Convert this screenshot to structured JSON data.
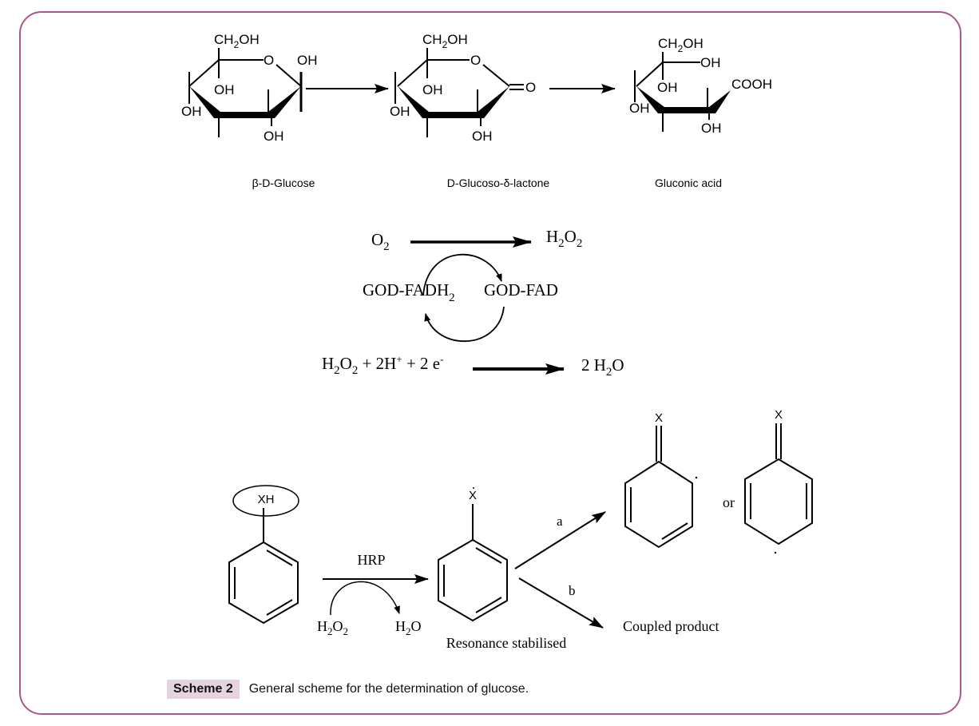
{
  "figure": {
    "caption": {
      "label": "Scheme 2",
      "text": "General scheme for the determination of glucose."
    },
    "colors": {
      "border": "#a8588a",
      "caption_label_bg": "#e5d3de",
      "ink": "#000000"
    }
  },
  "reaction1": {
    "molecules": [
      {
        "name": "β-D-Glucose",
        "ch2oh": "CH2OH",
        "ring_o": "O",
        "oh": "OH"
      },
      {
        "name": "D-Glucoso-δ-lactone",
        "ch2oh": "CH2OH",
        "ring_o": "O",
        "carbonyl": "O",
        "oh": "OH"
      },
      {
        "name": "Gluconic acid",
        "ch2oh": "CH2OH",
        "cooh": "COOH",
        "oh": "OH"
      }
    ]
  },
  "reaction2": {
    "o2": "O",
    "o2_sub": "2",
    "h2o2": [
      "H",
      "2",
      "O",
      "2"
    ],
    "god_fadh2": "GOD-FADH",
    "god_fadh2_sub": "2",
    "god_fad": "GOD-FAD"
  },
  "reaction3": {
    "left": "H",
    "left_sub1": "2",
    "left_o": "O",
    "left_sub2": "2",
    "plus_h": " + 2H",
    "h_sup": "+",
    "plus_e": " + 2 e",
    "e_sup": "-",
    "right": "2 H",
    "right_sub": "2",
    "right_o": "O"
  },
  "reaction4": {
    "substrate_group": "XH",
    "enzyme": "HRP",
    "cosubstrate": [
      "H",
      "2",
      "O",
      "2"
    ],
    "byproduct": [
      "H",
      "2",
      "O"
    ],
    "radical_group": "X",
    "radical_label": "Resonance stabilised",
    "path_a": "a",
    "path_b": "b",
    "quinoid_group": "X",
    "or": "or",
    "coupled_product": "Coupled product"
  }
}
